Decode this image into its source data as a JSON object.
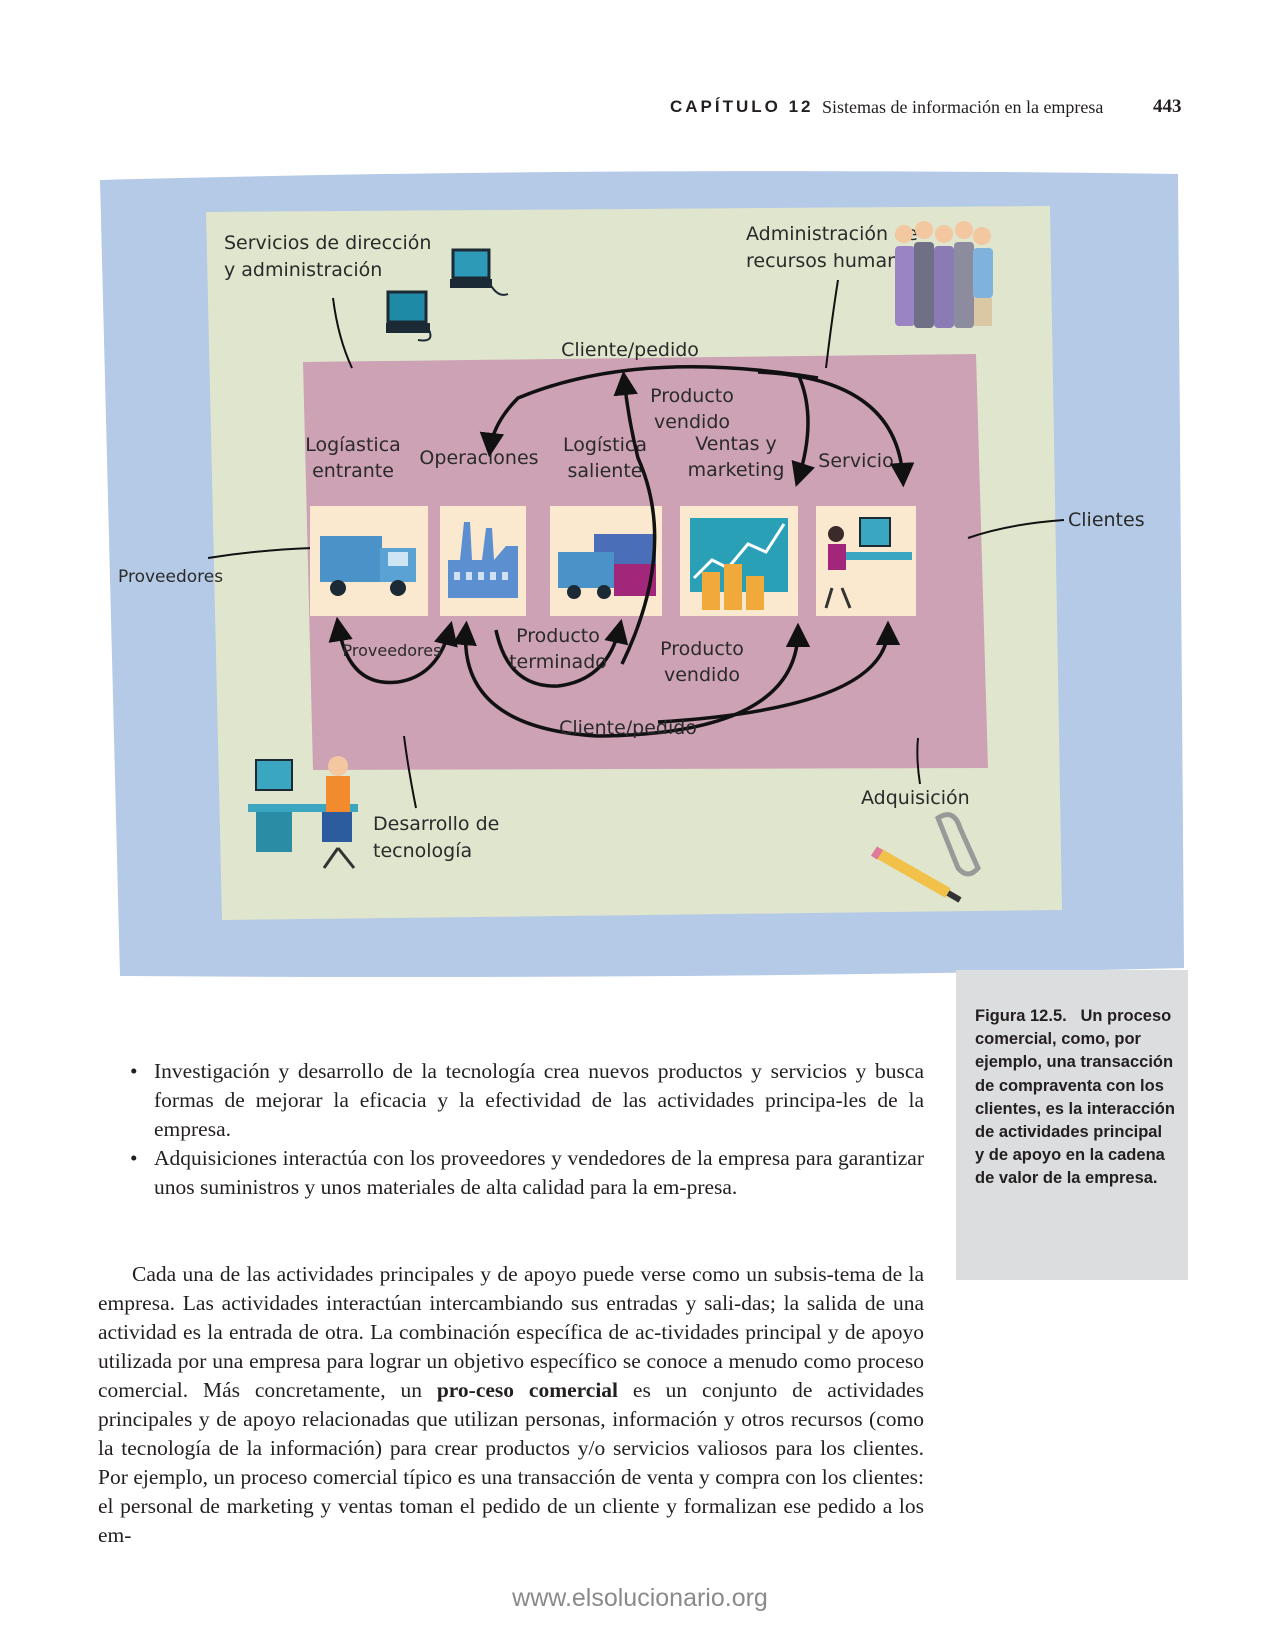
{
  "header": {
    "chapter": "CAPÍTULO 12",
    "title": "Sistemas de información en la empresa",
    "page": "443"
  },
  "figure": {
    "support": {
      "management": [
        "Servicios de dirección",
        "y administración"
      ],
      "hr": [
        "Administración de",
        "recursos humanos"
      ],
      "technology": [
        "Desarrollo de",
        "tecnología"
      ],
      "procurement": "Adquisición"
    },
    "external": {
      "suppliers": "Proveedores",
      "customers": "Clientes"
    },
    "primary": {
      "inbound": [
        "Logíastica",
        "entrante"
      ],
      "operations": "Operaciones",
      "outbound": [
        "Logística",
        "saliente"
      ],
      "marketing": [
        "Ventas y",
        "marketing"
      ],
      "service": "Servicio"
    },
    "flows": {
      "order_top": "Cliente/pedido",
      "sold_top": [
        "Producto",
        "vendido"
      ],
      "suppliers_inner": "Proveedores",
      "finished": [
        "Producto",
        "terminado"
      ],
      "sold_bottom": [
        "Producto",
        "vendido"
      ],
      "order_bottom": "Cliente/pedido"
    },
    "colors": {
      "outer": "#b4cae6",
      "support_area": "#dfe6cd",
      "primary_area": "#cda2b5",
      "tile": "#fbe9cf"
    }
  },
  "caption": {
    "label": "Figura 12.5.",
    "text": "Un proceso comercial, como, por ejemplo, una transacción de compraventa con los clientes, es la interacción de actividades principal y de apoyo en la cadena de valor de la empresa."
  },
  "bullets": [
    "Investigación y desarrollo de la tecnología crea nuevos productos y servicios y busca formas de mejorar la eficacia y la efectividad de las actividades principa-les de la empresa.",
    "Adquisiciones interactúa con los proveedores y vendedores de la empresa para garantizar unos suministros y unos materiales de alta calidad para la em-presa."
  ],
  "paragraph": {
    "before": "Cada una de las actividades principales y de apoyo puede verse como un subsis-tema de la empresa. Las actividades interactúan intercambiando sus entradas y sali-das; la salida de una actividad es la entrada de otra. La combinación específica de ac-tividades principal y de apoyo utilizada por una empresa para lograr un objetivo específico se conoce a menudo como proceso comercial. Más concretamente, un ",
    "bold": "pro-ceso comercial",
    "after": " es un conjunto de actividades principales y de apoyo relacionadas que utilizan personas, información y otros recursos (como la tecnología de la información) para crear productos y/o servicios valiosos para los clientes. Por ejemplo, un proceso comercial típico es una transacción de venta y compra con los clientes: el personal de marketing y ventas toman el pedido de un cliente y formalizan ese pedido a los em-"
  },
  "footer": "www.elsolucionario.org"
}
